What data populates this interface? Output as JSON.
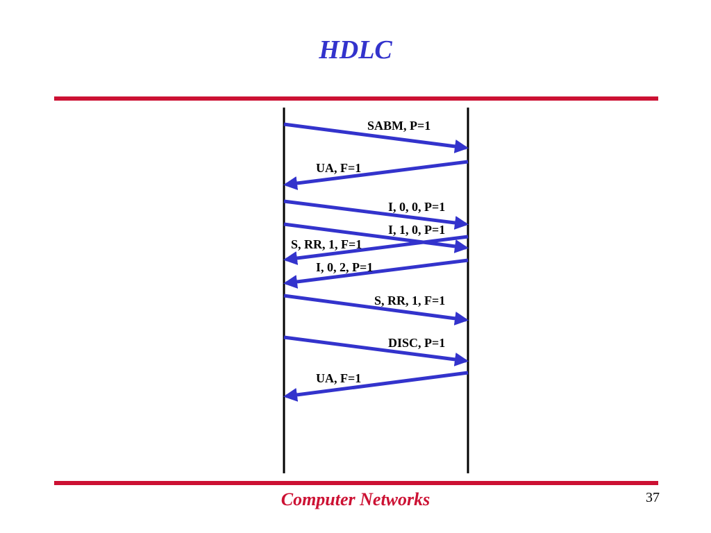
{
  "slide": {
    "title": "HDLC",
    "footer": "Computer Networks",
    "page_number": "37"
  },
  "colors": {
    "title": "#3333cc",
    "rule": "#cc1133",
    "footer": "#cc1133",
    "arrow": "#3333cc",
    "timeline": "#000000"
  },
  "diagram": {
    "messages": [
      {
        "label": "SABM, P=1",
        "direction": "left-to-right"
      },
      {
        "label": "UA, F=1",
        "direction": "right-to-left"
      },
      {
        "label": "I, 0, 0, P=1",
        "direction": "left-to-right"
      },
      {
        "label": "I, 1, 0, P=1",
        "direction": "left-to-right"
      },
      {
        "label": "S, RR, 1, F=1",
        "direction": "right-to-left"
      },
      {
        "label": "I, 0, 2, P=1",
        "direction": "right-to-left"
      },
      {
        "label": "S, RR, 1, F=1",
        "direction": "left-to-right"
      },
      {
        "label": "DISC, P=1",
        "direction": "left-to-right"
      },
      {
        "label": "UA, F=1",
        "direction": "right-to-left"
      }
    ]
  }
}
